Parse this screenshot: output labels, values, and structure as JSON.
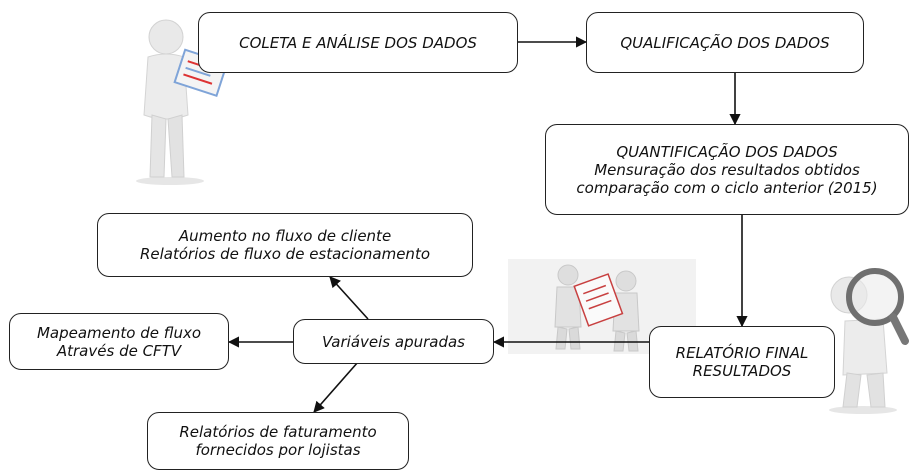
{
  "nodes": {
    "coleta": {
      "lines": [
        "COLETA E ANÁLISE DOS DADOS"
      ]
    },
    "qualificacao": {
      "lines": [
        "QUALIFICAÇÃO DOS DADOS"
      ]
    },
    "quantificacao": {
      "lines": [
        "QUANTIFICAÇÃO DOS DADOS",
        "Mensuração dos resultados obtidos",
        "comparação com o ciclo anterior (2015)"
      ]
    },
    "relatorio_final": {
      "lines": [
        "RELATÓRIO FINAL",
        "RESULTADOS"
      ]
    },
    "variaveis": {
      "lines": [
        "Variáveis apuradas"
      ]
    },
    "aumento_fluxo": {
      "lines": [
        "Aumento no fluxo de cliente",
        "Relatórios de fluxo de estacionamento"
      ]
    },
    "mapeamento": {
      "lines": [
        "Mapeamento de fluxo",
        "Através de CFTV"
      ]
    },
    "faturamento": {
      "lines": [
        "Relatórios de faturamento",
        "fornecidos por lojistas"
      ]
    }
  },
  "edges": [
    [
      "coleta",
      "qualificacao"
    ],
    [
      "qualificacao",
      "quantificacao"
    ],
    [
      "quantificacao",
      "relatorio_final"
    ],
    [
      "relatorio_final",
      "variaveis"
    ],
    [
      "variaveis",
      "aumento_fluxo"
    ],
    [
      "variaveis",
      "mapeamento"
    ],
    [
      "variaveis",
      "faturamento"
    ]
  ],
  "illustrations": [
    "person-with-clipboard-figure",
    "two-people-reviewing-document-figure",
    "person-with-magnifying-glass-figure"
  ]
}
